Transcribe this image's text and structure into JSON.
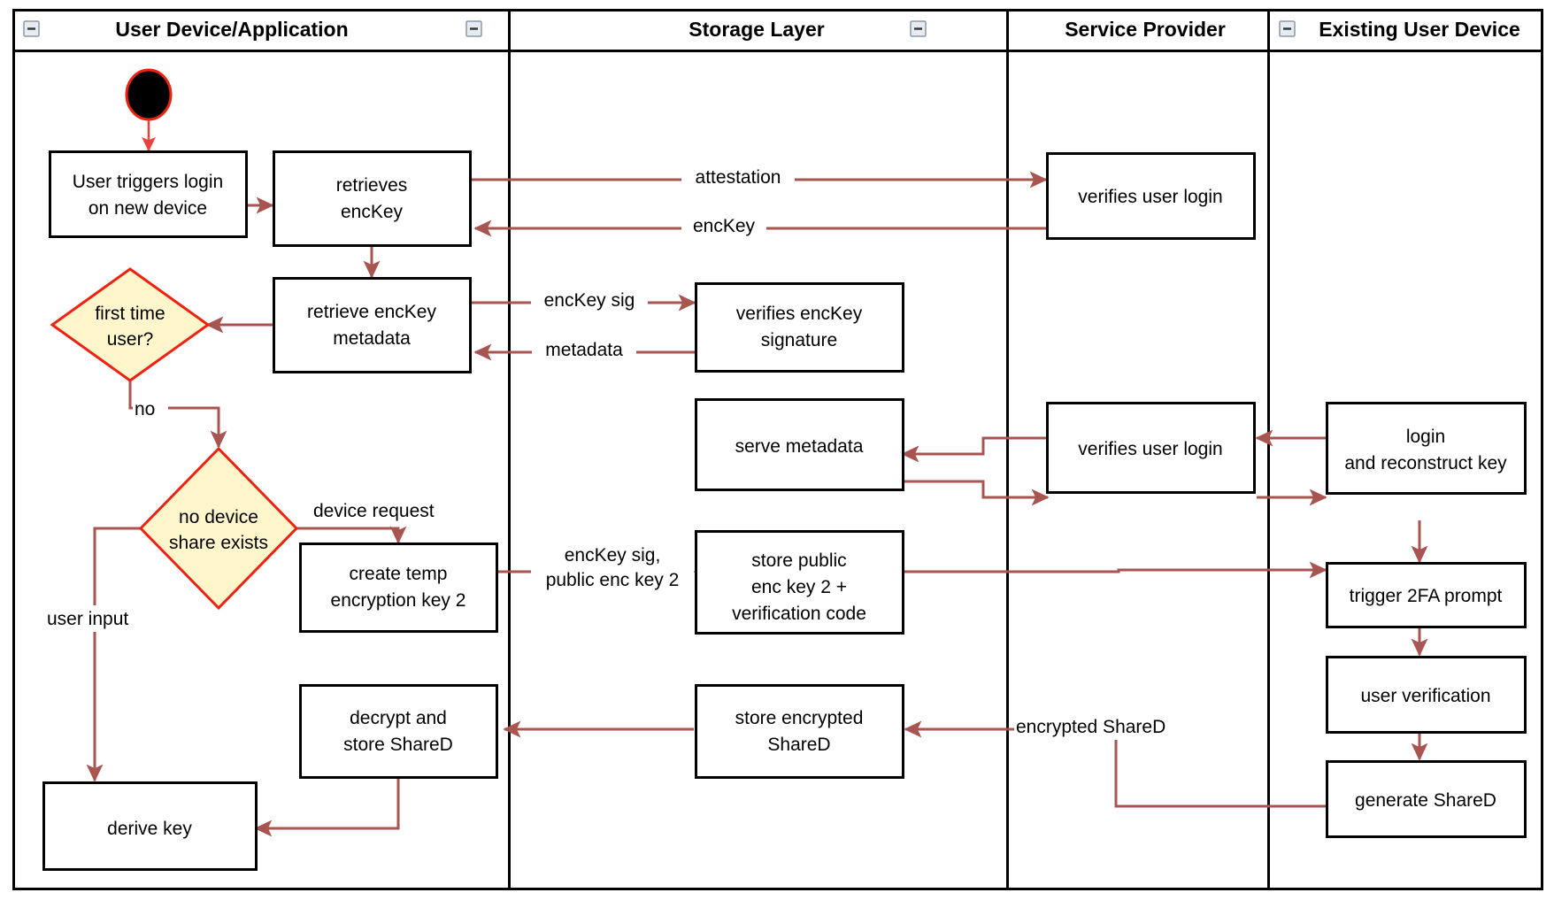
{
  "diagram": {
    "type": "uml-activity-swimlane",
    "title": "Key recovery / new device login activity diagram",
    "colors": {
      "flow_arrow": "#a85450",
      "start_arrow": "#e8413c",
      "decision_fill": "#fff6cc",
      "decision_stroke": "#ee2211",
      "node_stroke": "#000000",
      "node_fill": "#ffffff",
      "lane_stroke": "#000000",
      "collapse_icon_fill": "#e8ecf0"
    },
    "lanes": [
      {
        "id": "lane-user-device",
        "title": "User Device/Application",
        "collapse_icon": "minus-square-icon"
      },
      {
        "id": "lane-storage",
        "title": "Storage Layer",
        "collapse_icon": "minus-square-icon"
      },
      {
        "id": "lane-service-provider",
        "title": "Service Provider",
        "collapse_icon": "minus-square-icon"
      },
      {
        "id": "lane-existing-device",
        "title": "Existing User Device",
        "collapse_icon": "minus-square-icon"
      }
    ],
    "nodes": [
      {
        "id": "start",
        "kind": "initial-node",
        "lane": "lane-user-device",
        "label": ""
      },
      {
        "id": "n-user-triggers-login",
        "kind": "action",
        "lane": "lane-user-device",
        "label_lines": [
          "User triggers login",
          "on new device"
        ]
      },
      {
        "id": "n-retrieves-enckey",
        "kind": "action",
        "lane": "lane-user-device",
        "label_lines": [
          "retrieves",
          "encKey"
        ]
      },
      {
        "id": "n-retrieve-enckey-metadata",
        "kind": "action",
        "lane": "lane-user-device",
        "label_lines": [
          "retrieve encKey",
          "metadata"
        ]
      },
      {
        "id": "d-first-time-user",
        "kind": "decision",
        "lane": "lane-user-device",
        "label_lines": [
          "first time",
          "user?"
        ]
      },
      {
        "id": "d-no-device-share-exists",
        "kind": "decision",
        "lane": "lane-user-device",
        "label_lines": [
          "no device",
          "share exists"
        ]
      },
      {
        "id": "n-create-temp-encryption-key-2",
        "kind": "action",
        "lane": "lane-user-device",
        "label_lines": [
          "create temp",
          "encryption key 2"
        ]
      },
      {
        "id": "n-decrypt-and-store-shared",
        "kind": "action",
        "lane": "lane-user-device",
        "label_lines": [
          "decrypt and",
          "store ShareD"
        ]
      },
      {
        "id": "n-derive-key",
        "kind": "action",
        "lane": "lane-user-device",
        "label_lines": [
          "derive key"
        ]
      },
      {
        "id": "n-verifies-enckey-signature",
        "kind": "action",
        "lane": "lane-storage",
        "label_lines": [
          "verifies encKey",
          "signature"
        ]
      },
      {
        "id": "n-serve-metadata",
        "kind": "action",
        "lane": "lane-storage",
        "label_lines": [
          "serve metadata"
        ]
      },
      {
        "id": "n-store-public-enc-key-2",
        "kind": "action",
        "lane": "lane-storage",
        "label_lines": [
          "store public",
          "enc key 2 +",
          "verification code"
        ]
      },
      {
        "id": "n-store-encrypted-shared",
        "kind": "action",
        "lane": "lane-storage",
        "label_lines": [
          "store encrypted",
          "ShareD"
        ]
      },
      {
        "id": "n-verifies-user-login-1",
        "kind": "action",
        "lane": "lane-service-provider",
        "label_lines": [
          "verifies user login"
        ]
      },
      {
        "id": "n-verifies-user-login-2",
        "kind": "action",
        "lane": "lane-service-provider",
        "label_lines": [
          "verifies user login"
        ]
      },
      {
        "id": "n-login-and-reconstruct-key",
        "kind": "action",
        "lane": "lane-existing-device",
        "label_lines": [
          "login",
          "and reconstruct key"
        ]
      },
      {
        "id": "n-trigger-2fa-prompt",
        "kind": "action",
        "lane": "lane-existing-device",
        "label_lines": [
          "trigger 2FA prompt"
        ]
      },
      {
        "id": "n-user-verification",
        "kind": "action",
        "lane": "lane-existing-device",
        "label_lines": [
          "user verification"
        ]
      },
      {
        "id": "n-generate-shared",
        "kind": "action",
        "lane": "lane-existing-device",
        "label_lines": [
          "generate ShareD"
        ]
      }
    ],
    "edges": [
      {
        "id": "e-start",
        "from": "start",
        "to": "n-user-triggers-login",
        "label": ""
      },
      {
        "id": "e-login-to-retrieves",
        "from": "n-user-triggers-login",
        "to": "n-retrieves-enckey",
        "label": ""
      },
      {
        "id": "e-attestation",
        "from": "n-retrieves-enckey",
        "to": "n-verifies-user-login-1",
        "label": "attestation"
      },
      {
        "id": "e-enckey",
        "from": "n-verifies-user-login-1",
        "to": "n-retrieves-enckey",
        "label": "encKey"
      },
      {
        "id": "e-retrieves-to-metadata",
        "from": "n-retrieves-enckey",
        "to": "n-retrieve-enckey-metadata",
        "label": ""
      },
      {
        "id": "e-enckey-sig",
        "from": "n-retrieve-enckey-metadata",
        "to": "n-verifies-enckey-signature",
        "label": "encKey sig"
      },
      {
        "id": "e-metadata",
        "from": "n-verifies-enckey-signature",
        "to": "n-retrieve-enckey-metadata",
        "label": "metadata"
      },
      {
        "id": "e-metadata-to-decision",
        "from": "n-retrieve-enckey-metadata",
        "to": "d-first-time-user",
        "label": ""
      },
      {
        "id": "e-no",
        "from": "d-first-time-user",
        "to": "d-no-device-share-exists",
        "label": "no"
      },
      {
        "id": "e-device-request",
        "from": "d-no-device-share-exists",
        "to": "n-create-temp-encryption-key-2",
        "label": "device request"
      },
      {
        "id": "e-user-input",
        "from": "d-no-device-share-exists",
        "to": "n-derive-key",
        "label": "user input"
      },
      {
        "id": "e-enckey-sig-pubkey2",
        "from": "n-create-temp-encryption-key-2",
        "to": "n-store-public-enc-key-2",
        "label_lines": [
          "encKey sig,",
          "public enc key 2"
        ]
      },
      {
        "id": "e-serve-metadata-in",
        "from": "n-verifies-user-login-2",
        "to": "n-serve-metadata",
        "label": ""
      },
      {
        "id": "e-serve-metadata-out",
        "from": "n-serve-metadata",
        "to": "n-verifies-user-login-2",
        "label": ""
      },
      {
        "id": "e-existing-login-to-sp",
        "from": "n-login-and-reconstruct-key",
        "to": "n-verifies-user-login-2",
        "label": ""
      },
      {
        "id": "e-sp-to-existing-login",
        "from": "n-verifies-user-login-2",
        "to": "n-login-and-reconstruct-key",
        "label": ""
      },
      {
        "id": "e-store-pub-to-2fa",
        "from": "n-store-public-enc-key-2",
        "to": "n-trigger-2fa-prompt",
        "label": ""
      },
      {
        "id": "e-reconstruct-to-2fa",
        "from": "n-login-and-reconstruct-key",
        "to": "n-trigger-2fa-prompt",
        "label": ""
      },
      {
        "id": "e-2fa-to-verification",
        "from": "n-trigger-2fa-prompt",
        "to": "n-user-verification",
        "label": ""
      },
      {
        "id": "e-verification-to-generate",
        "from": "n-user-verification",
        "to": "n-generate-shared",
        "label": ""
      },
      {
        "id": "e-encrypted-shared",
        "from": "n-generate-shared",
        "to": "n-store-encrypted-shared",
        "label": "encrypted ShareD"
      },
      {
        "id": "e-store-to-decrypt",
        "from": "n-store-encrypted-shared",
        "to": "n-decrypt-and-store-shared",
        "label": ""
      },
      {
        "id": "e-decrypt-to-derive",
        "from": "n-decrypt-and-store-shared",
        "to": "n-derive-key",
        "label": ""
      }
    ],
    "labels": {
      "lane_1_title": "User Device/Application",
      "lane_2_title": "Storage Layer",
      "lane_3_title": "Service Provider",
      "lane_4_title": "Existing User Device",
      "user_triggers_login_l1": "User triggers login",
      "user_triggers_login_l2": "on new device",
      "retrieves_l1": "retrieves",
      "retrieves_l2": "encKey",
      "retrieve_meta_l1": "retrieve encKey",
      "retrieve_meta_l2": "metadata",
      "first_time_user_l1": "first time",
      "first_time_user_l2": "user?",
      "no_device_share_l1": "no device",
      "no_device_share_l2": "share exists",
      "create_temp_l1": "create temp",
      "create_temp_l2": "encryption key 2",
      "decrypt_store_l1": "decrypt and",
      "decrypt_store_l2": "store ShareD",
      "derive_key": "derive key",
      "verifies_sig_l1": "verifies encKey",
      "verifies_sig_l2": "signature",
      "serve_metadata": "serve metadata",
      "store_public_l1": "store public",
      "store_public_l2": "enc key 2 +",
      "store_public_l3": "verification code",
      "store_enc_shared_l1": "store encrypted",
      "store_enc_shared_l2": "ShareD",
      "verifies_user_login_1": "verifies user login",
      "verifies_user_login_2": "verifies user login",
      "login_reconstruct_l1": "login",
      "login_reconstruct_l2": "and reconstruct key",
      "trigger_2fa": "trigger 2FA prompt",
      "user_verification": "user verification",
      "generate_shared": "generate ShareD",
      "edge_attestation": "attestation",
      "edge_enckey": "encKey",
      "edge_enckey_sig": "encKey sig",
      "edge_metadata": "metadata",
      "edge_no": "no",
      "edge_device_request": "device request",
      "edge_user_input": "user input",
      "edge_enckey_sig_pub_l1": "encKey sig,",
      "edge_enckey_sig_pub_l2": "public enc key 2",
      "edge_encrypted_shared": "encrypted ShareD"
    }
  }
}
